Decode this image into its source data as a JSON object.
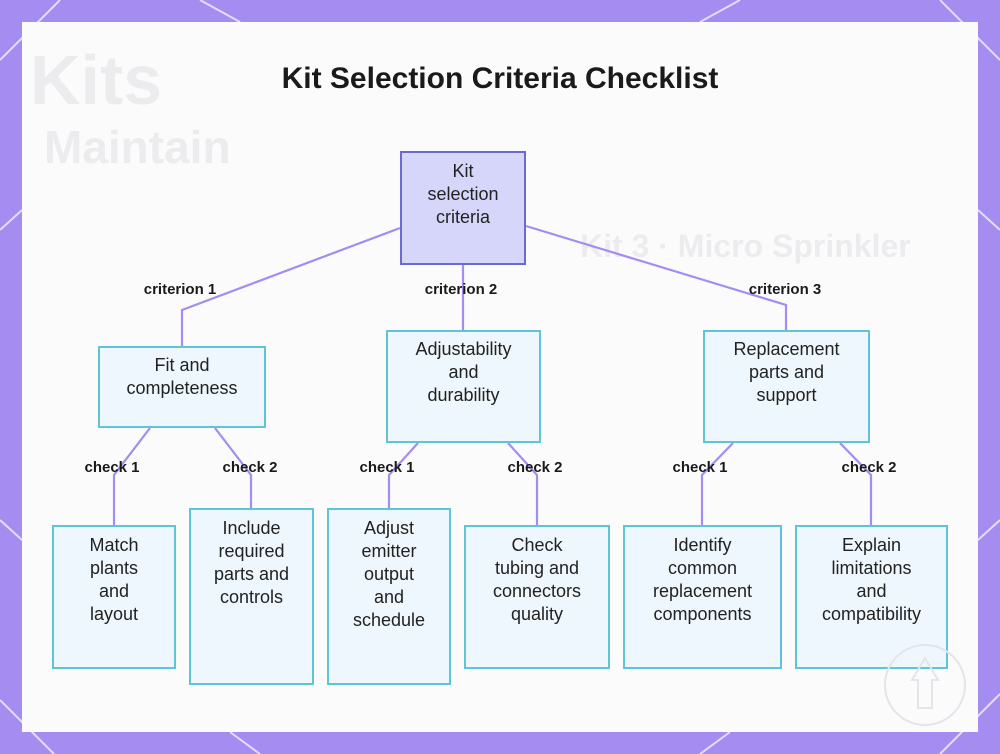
{
  "title": "Kit Selection Criteria Checklist",
  "colors": {
    "frame": "#a48cf0",
    "edge": "#a48cf0",
    "root_fill": "#d5d6fa",
    "root_border": "#6a6ad0",
    "node_fill": "#eef7fd",
    "node_border": "#5ec4d6"
  },
  "nodes": {
    "root": "Kit\nselection\ncriteria",
    "c1": "Fit and\ncompleteness",
    "c2": "Adjustability\nand\ndurability",
    "c3": "Replacement\nparts and\nsupport",
    "k1": "Match\nplants\nand\nlayout",
    "k2": "Include\nrequired\nparts and\ncontrols",
    "k3": "Adjust\nemitter\noutput\nand\nschedule",
    "k4": "Check\ntubing and\nconnectors\nquality",
    "k5": "Identify\ncommon\nreplacement\ncomponents",
    "k6": "Explain\nlimitations\nand\ncompatibility"
  },
  "edge_labels": {
    "criterion_1": "criterion 1",
    "criterion_2": "criterion 2",
    "criterion_3": "criterion 3",
    "c1_check_1": "check 1",
    "c1_check_2": "check 2",
    "c2_check_1": "check 1",
    "c2_check_2": "check 2",
    "c3_check_1": "check 1",
    "c3_check_2": "check 2"
  }
}
